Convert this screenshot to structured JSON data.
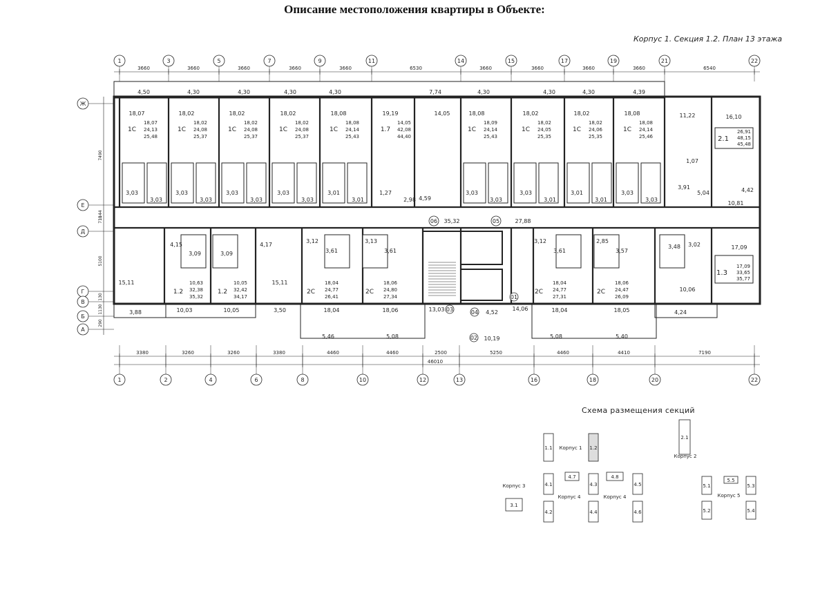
{
  "title": "Описание местоположения квартиры в Объекте:",
  "plan_caption": "Корпус 1. Секция 1.2. План 13 этажа",
  "axes_top": [
    "1",
    "3",
    "5",
    "7",
    "9",
    "11",
    "14",
    "15",
    "17",
    "19",
    "21",
    "22"
  ],
  "axes_bottom": [
    "1",
    "2",
    "4",
    "6",
    "8",
    "10",
    "12",
    "13",
    "16",
    "18",
    "20",
    "22"
  ],
  "axes_left": [
    "Ж",
    "Е",
    "Д",
    "Г",
    "В",
    "Б",
    "А"
  ],
  "dims_top": [
    "3660",
    "3660",
    "3660",
    "3660",
    "3660",
    "6530",
    "3660",
    "3660",
    "3660",
    "3660",
    "6540"
  ],
  "dims_bottom": [
    "3380",
    "3260",
    "3260",
    "3380",
    "4460",
    "4460",
    "2500",
    "5250",
    "4460",
    "4410",
    "7190"
  ],
  "dim_total": "46010",
  "dims_left": [
    "7490",
    "1144",
    "710",
    "5100",
    "130",
    "1130",
    "290"
  ],
  "balconies_top": [
    "4,50",
    "4,30",
    "4,30",
    "4,30",
    "4,30",
    "7,74",
    "4,30",
    "4,30",
    "4,30",
    "4,39"
  ],
  "balconies_bottom": [
    "3,88",
    "10,03",
    "10,05",
    "3,50",
    "5,46",
    "5,08",
    "10,19",
    "5,08",
    "5,40",
    "4,24"
  ],
  "apartments_top": [
    {
      "room": "18,07",
      "type": "1С",
      "a": "18,07",
      "b": "24,13",
      "c": "25,48",
      "bath": "3,03",
      "hall": "3,03"
    },
    {
      "room": "18,02",
      "type": "1С",
      "a": "18,02",
      "b": "24,08",
      "c": "25,37",
      "bath": "3,03",
      "hall": "3,03"
    },
    {
      "room": "18,02",
      "type": "1С",
      "a": "18,02",
      "b": "24,08",
      "c": "25,37",
      "bath": "3,03",
      "hall": "3,03"
    },
    {
      "room": "18,02",
      "type": "1С",
      "a": "18,02",
      "b": "24,08",
      "c": "25,37",
      "bath": "3,03",
      "hall": "3,03"
    },
    {
      "room": "18,08",
      "type": "1С",
      "a": "18,08",
      "b": "24,14",
      "c": "25,43",
      "bath": "3,01",
      "hall": "3,01"
    },
    {
      "room": "19,19",
      "type": "1.7",
      "a": "14,05",
      "b": "42,08",
      "c": "44,40",
      "bath": "1,27",
      "hall": "2,98"
    },
    {
      "room": "18,08",
      "type": "1С",
      "a": "18,09",
      "b": "24,14",
      "c": "25,43",
      "bath": "3,03",
      "hall": "3,03"
    },
    {
      "room": "18,02",
      "type": "1С",
      "a": "18,02",
      "b": "24,05",
      "c": "25,35",
      "bath": "3,03",
      "hall": "3,01"
    },
    {
      "room": "18,02",
      "type": "1С",
      "a": "18,02",
      "b": "24,06",
      "c": "25,35",
      "bath": "3,01",
      "hall": "3,01"
    },
    {
      "room": "18,08",
      "type": "1С",
      "a": "18,08",
      "b": "24,14",
      "c": "25,46",
      "bath": "3,03",
      "hall": "3,03"
    }
  ],
  "extra_top": {
    "kitchen_1_7": "14,05",
    "hall_1_7": "4,59",
    "corner_kitchen": "11,22",
    "corner_room": "16,10",
    "corner_bath": "1,07",
    "corner_wc": "3,91",
    "corner_hall": "5,04",
    "corner_balcony": "4,42",
    "corner_room2": "10,81",
    "corner_type": "2.1",
    "corner_a": "26,91",
    "corner_b": "48,15",
    "corner_c": "45,48"
  },
  "corridor": {
    "left": "35,32",
    "right": "27,88",
    "left_tag": "06",
    "right_tag": "05"
  },
  "apartments_bottom": [
    {
      "room": "15,11",
      "type": "1.2",
      "a": "10,63",
      "b": "32,38",
      "c": "35,32",
      "bath": "3,09",
      "hall": "4,15"
    },
    {
      "room": "15,11",
      "type": "1.2",
      "a": "10,05",
      "b": "32,42",
      "c": "34,17",
      "bath": "3,09",
      "hall": "4,17"
    },
    {
      "room": "18,04",
      "type": "2С",
      "a": "18,04",
      "b": "24,77",
      "c": "26,41",
      "bath": "3,61",
      "hall": "3,12"
    },
    {
      "room": "18,06",
      "type": "2С",
      "a": "18,06",
      "b": "24,80",
      "c": "27,34",
      "bath": "3,61",
      "hall": "3,13"
    },
    {
      "room": "18,04",
      "type": "2С",
      "a": "18,04",
      "b": "24,77",
      "c": "27,31",
      "bath": "3,61",
      "hall": "3,12"
    },
    {
      "room": "18,05",
      "type": "2С",
      "a": "18,06",
      "b": "24,47",
      "c": "26,09",
      "bath": "3,57",
      "hall": "2,85"
    },
    {
      "room": "10,06",
      "type": "1.3",
      "a": "17,09",
      "b": "33,65",
      "c": "35,77",
      "bath": "3,48",
      "hall": "3,02"
    }
  ],
  "core": {
    "stair": "13,03",
    "lift_hall": "4,52",
    "vest": "14,06",
    "tag1": "03",
    "tag2": "04",
    "tag3": "01",
    "tag4": "02"
  },
  "scheme": {
    "title": "Схема размещения секций",
    "korpus1": "Корпус 1",
    "korpus2": "Корпус 2",
    "korpus3": "Корпус 3",
    "korpus4a": "Корпус 4",
    "korpus4b": "Корпус 4",
    "korpus5": "Корпус 5",
    "s11": "1.1",
    "s12": "1.2",
    "s21": "2.1",
    "s31": "3.1",
    "s41": "4.1",
    "s42": "4.2",
    "s43": "4.3",
    "s44": "4.4",
    "s45": "4.5",
    "s46": "4.6",
    "s47": "4.7",
    "s48": "4.8",
    "s51": "5.1",
    "s52": "5.2",
    "s53": "5.3",
    "s54": "5.4",
    "s55": "5.5"
  }
}
